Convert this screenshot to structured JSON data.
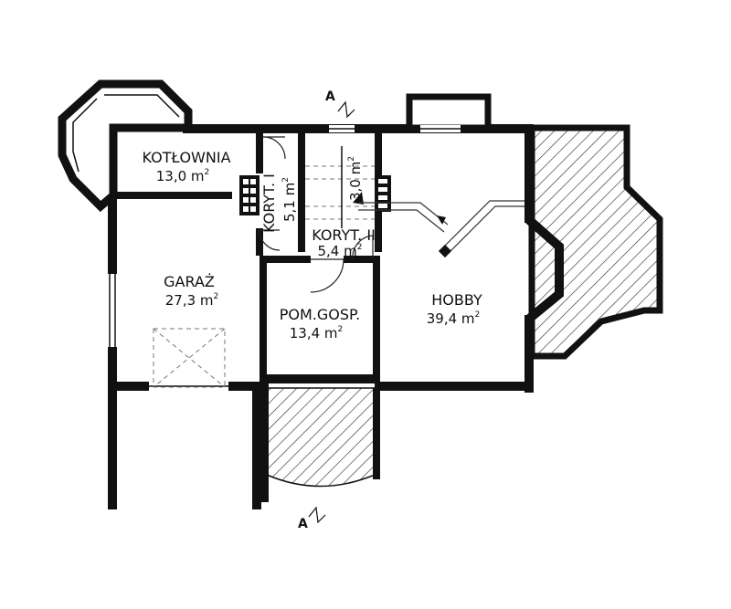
{
  "rooms": {
    "kotlownia": {
      "name": "KOTŁOWNIA",
      "area": "13,0 m",
      "sup": "2"
    },
    "koryt1": {
      "name": "KORYT. I",
      "area": "5,1 m",
      "sup": "2"
    },
    "koryt2": {
      "name": "KORYT. II",
      "area": "5,4 m",
      "sup": "2"
    },
    "stairs": {
      "area": "3,0 m",
      "sup": "2"
    },
    "garaz": {
      "name": "GARAŻ",
      "area": "27,3 m",
      "sup": "2"
    },
    "pomgosp": {
      "name": "POM.GOSP.",
      "area": "13,4 m",
      "sup": "2"
    },
    "hobby": {
      "name": "HOBBY",
      "area": "39,4 m",
      "sup": "2"
    }
  },
  "section_marks": {
    "top": "A",
    "bottom": "A"
  },
  "colors": {
    "walls": "#111111",
    "hatch": "#333333",
    "background": "#ffffff"
  }
}
